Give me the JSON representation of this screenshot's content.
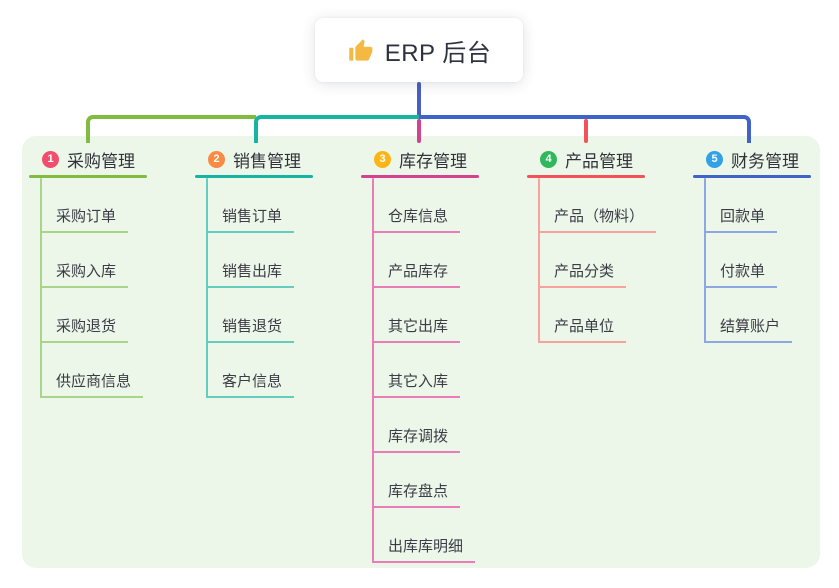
{
  "root": {
    "title": "ERP 后台",
    "icon": "thumbs-up-icon",
    "icon_color": "#f4b942",
    "line_color": "#4a5fc6"
  },
  "panel": {
    "background": "#ecf7e9"
  },
  "branches": [
    {
      "num": "1",
      "label": "采购管理",
      "badge_color": "#f14e6d",
      "line_color": "#82bb41",
      "child_line_color": "#a9d489",
      "children": [
        "采购订单",
        "采购入库",
        "采购退货",
        "供应商信息"
      ]
    },
    {
      "num": "2",
      "label": "销售管理",
      "badge_color": "#fa8a44",
      "line_color": "#17b3a3",
      "child_line_color": "#66ccc0",
      "children": [
        "销售订单",
        "销售出库",
        "销售退货",
        "客户信息"
      ]
    },
    {
      "num": "3",
      "label": "库存管理",
      "badge_color": "#fcb515",
      "line_color": "#d4418e",
      "child_line_color": "#ea7cb8",
      "children": [
        "仓库信息",
        "产品库存",
        "其它出库",
        "其它入库",
        "库存调拨",
        "库存盘点",
        "出库库明细"
      ]
    },
    {
      "num": "4",
      "label": "产品管理",
      "badge_color": "#31b85c",
      "line_color": "#f25258",
      "child_line_color": "#f7a29d",
      "children": [
        "产品（物料）",
        "产品分类",
        "产品单位"
      ]
    },
    {
      "num": "5",
      "label": "财务管理",
      "badge_color": "#32a1e5",
      "line_color": "#3f63c8",
      "child_line_color": "#8da8e0",
      "children": [
        "回款单",
        "付款单",
        "结算账户"
      ]
    }
  ]
}
